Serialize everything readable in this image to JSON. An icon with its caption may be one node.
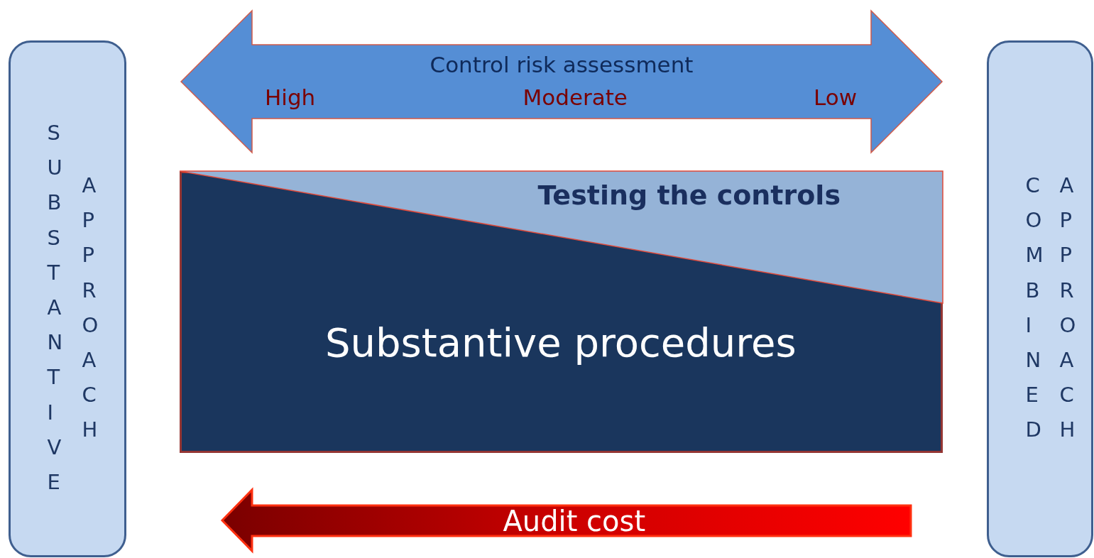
{
  "diagram": {
    "nodes": [
      {
        "text": [
          "SUBSTANTIVE",
          "APPROACH"
        ]
      },
      {
        "text": [
          "Control risk assessment",
          "High",
          "Moderate",
          "Low"
        ]
      },
      {
        "text": [
          "Substantive procedures"
        ]
      },
      {
        "text": [
          "Testing the controls"
        ],
        "in": 2
      },
      {
        "text": [
          "Audit cost"
        ]
      },
      {
        "text": [
          "COMBINED",
          "APPROACH"
        ]
      }
    ],
    "edges": []
  }
}
